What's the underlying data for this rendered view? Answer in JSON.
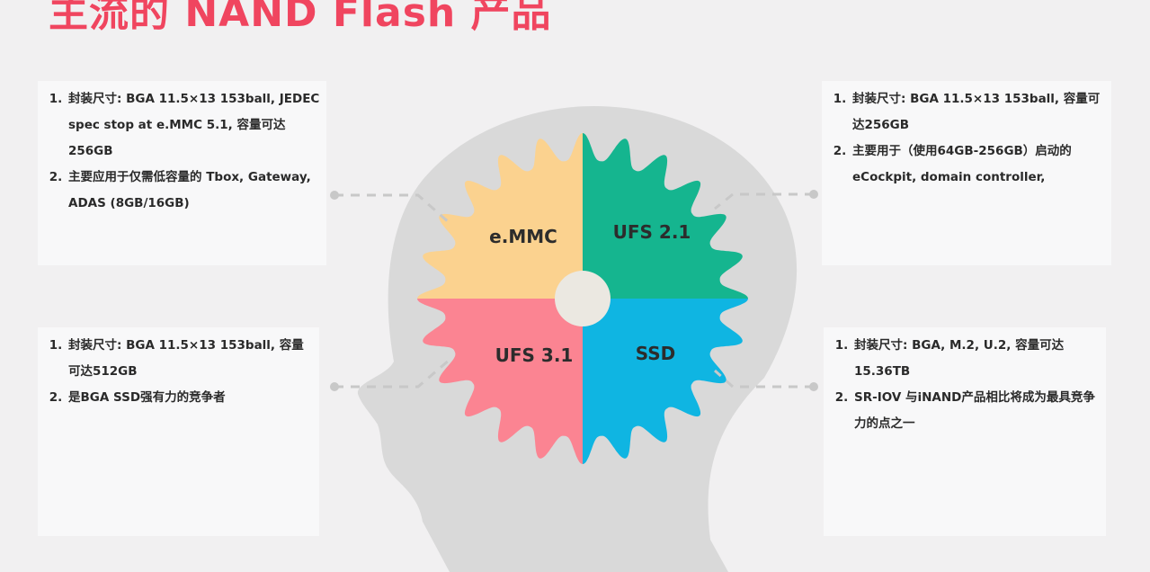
{
  "title": "主流的 NAND Flash 产品",
  "segments": [
    {
      "label": "e.MMC",
      "color": "#fbd28f"
    },
    {
      "label": "UFS 2.1",
      "color": "#15b58f"
    },
    {
      "label": "UFS 3.1",
      "color": "#fb8492"
    },
    {
      "label": "SSD",
      "color": "#0fb5e2"
    }
  ],
  "boxes": {
    "top_left": {
      "items": [
        "封装尺寸: BGA 11.5×13 153ball, JEDEC spec stop at e.MMC 5.1, 容量可达256GB",
        "主要应用于仅需低容量的 Tbox, Gateway, ADAS (8GB/16GB)"
      ]
    },
    "top_right": {
      "items": [
        "封装尺寸: BGA 11.5×13 153ball, 容量可达256GB",
        "主要用于（使用64GB-256GB）启动的eCockpit, domain controller,"
      ]
    },
    "bottom_left": {
      "items": [
        "封装尺寸: BGA 11.5×13 153ball, 容量可达512GB",
        "是BGA SSD强有力的竞争者"
      ]
    },
    "bottom_right": {
      "items": [
        "封装尺寸: BGA, M.2, U.2, 容量可达15.36TB",
        "SR-IOV 与iNAND产品相比将成为最具竞争力的点之一"
      ]
    }
  },
  "colors": {
    "title": "#f0455f",
    "head": "#d9d9d9",
    "connector": "#c8c8c8",
    "center": "#ebe8e1"
  },
  "icons": [
    "head-silhouette",
    "gear-icon"
  ]
}
